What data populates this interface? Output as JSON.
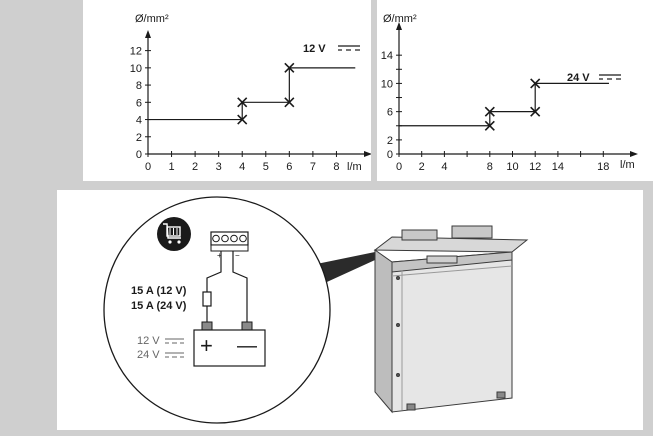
{
  "chart_data": [
    {
      "type": "line",
      "xlabel": "l/m",
      "ylabel": "Ø/mm²",
      "xlim": [
        0,
        9
      ],
      "ylim": [
        0,
        13
      ],
      "xticks": [
        0,
        1,
        2,
        3,
        4,
        5,
        6,
        7,
        8
      ],
      "yticks": [
        0,
        2,
        4,
        6,
        8,
        10,
        12
      ],
      "series": [
        {
          "x": [
            0,
            4,
            4,
            6,
            6,
            8.8
          ],
          "y": [
            4,
            4,
            6,
            6,
            10,
            10
          ]
        }
      ],
      "markers": [
        {
          "x": 4,
          "y": 4
        },
        {
          "x": 4,
          "y": 6
        },
        {
          "x": 6,
          "y": 6
        },
        {
          "x": 6,
          "y": 10
        }
      ],
      "voltage_label": "12 V",
      "grid": false
    },
    {
      "type": "line",
      "xlabel": "l/m",
      "ylabel": "Ø/mm²",
      "xlim": [
        0,
        20
      ],
      "ylim": [
        0,
        17
      ],
      "xticks": [
        0,
        2,
        4,
        6,
        8,
        10,
        12,
        14,
        16,
        18
      ],
      "xtick_labels": [
        "0",
        "2",
        "4",
        "",
        "8",
        "10",
        "12",
        "14",
        "",
        "18"
      ],
      "yticks": [
        0,
        2,
        4,
        6,
        8,
        10,
        12,
        14
      ],
      "ytick_labels": [
        "0",
        "2",
        "",
        "6",
        "",
        "10",
        "",
        "14"
      ],
      "series": [
        {
          "x": [
            0,
            8,
            8,
            12,
            12,
            18.5
          ],
          "y": [
            4,
            4,
            6,
            6,
            10,
            10
          ]
        }
      ],
      "markers": [
        {
          "x": 8,
          "y": 4
        },
        {
          "x": 8,
          "y": 6
        },
        {
          "x": 12,
          "y": 6
        },
        {
          "x": 12,
          "y": 10
        }
      ],
      "voltage_label": "24 V",
      "grid": false
    }
  ],
  "wiring": {
    "fuse_12v": "15 A (12 V)",
    "fuse_24v": "15 A (24 V)",
    "battery_12v": "12 V",
    "battery_24v": "24 V",
    "plus_sign": "+",
    "minus_sign": "—",
    "terminal_plus": "+",
    "terminal_minus": "−",
    "cart_icon": "shopping-cart-icon"
  },
  "colors": {
    "background": "#cfcfcf",
    "panel": "#ffffff",
    "line": "#1a1a1a",
    "badge": "#1a1a1a"
  }
}
